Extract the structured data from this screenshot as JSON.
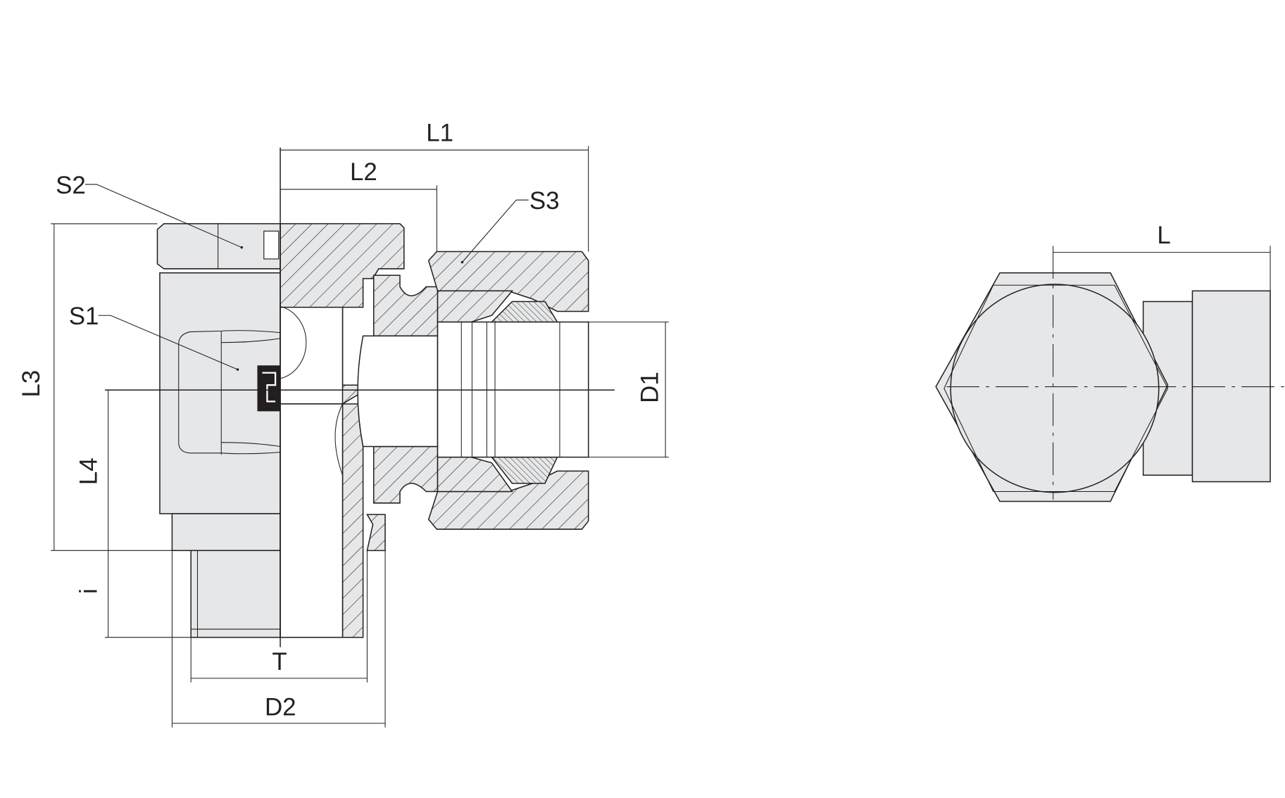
{
  "drawing": {
    "title": "Swivel fitting with nut – section and end view",
    "dimension_labels": {
      "L1": "L1",
      "L2": "L2",
      "L3": "L3",
      "L4": "L4",
      "i": "i",
      "T": "T",
      "D1": "D1",
      "D2": "D2",
      "S1": "S1",
      "S2": "S2",
      "S3": "S3",
      "L": "L"
    },
    "colors": {
      "line": "#231f20",
      "fill": "#e6e7e8",
      "background": "#ffffff"
    }
  }
}
